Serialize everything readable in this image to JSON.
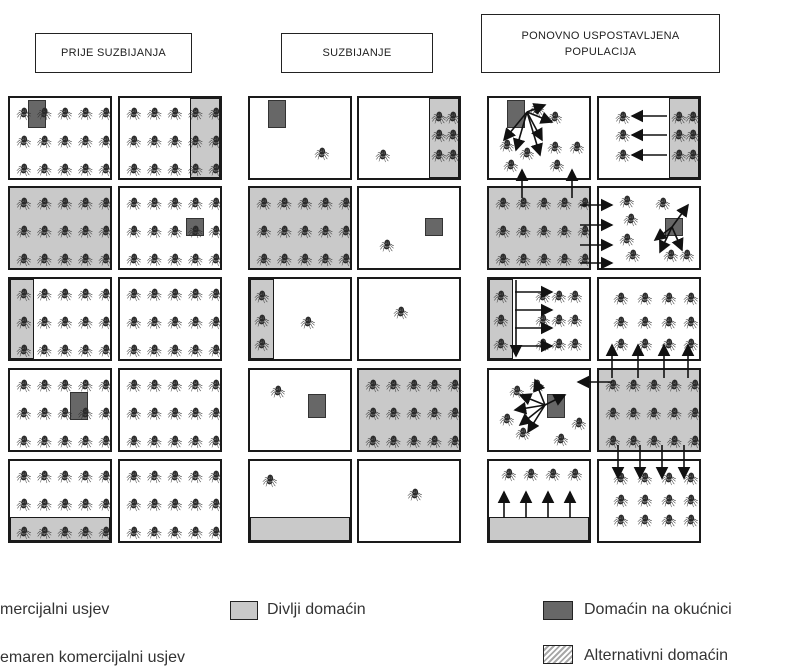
{
  "headers": {
    "before": "PRIJE SUZBIJANJA",
    "during": "SUZBIJANJE",
    "after_line1": "PONOVNO USPOSTAVLJENA",
    "after_line2": "POPULACIJA"
  },
  "legend": {
    "commercial_crop": "mercijalni usjev",
    "wild_host": "Divlji domaćin",
    "backyard_host": "Domaćin na okućnici",
    "neglected_crop": "emaren komercijalni usjev",
    "alternative_host": "Alternativni domaćin"
  },
  "colors": {
    "gray_fill": "#c9c9c9",
    "dark_fill": "#676767",
    "border": "#1a1a1a",
    "hatch": "#a8a8a8"
  },
  "icons": {
    "insect": "insect-icon",
    "arrow": "arrow-icon"
  }
}
